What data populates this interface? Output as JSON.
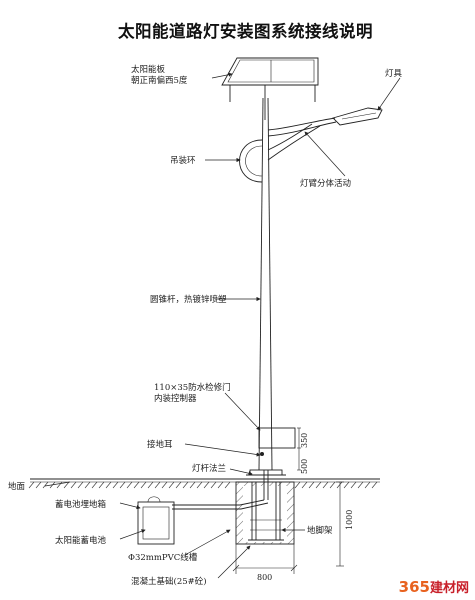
{
  "title": "太阳能道路灯安装图系统接线说明",
  "labels": {
    "solar_panel_line1": "太阳能板",
    "solar_panel_line2": "朝正南偏西5度",
    "lamp": "灯具",
    "hanging_ring": "吊装环",
    "lamp_arm": "灯臂分体活动",
    "pole": "圆锥杆，热镀锌喷塑",
    "door_line1": "110×35防水检修门",
    "door_line2": "内装控制器",
    "ground_ear": "接地耳",
    "flange": "灯杆法兰",
    "ground": "地面",
    "battery_box": "蓄电池埋地箱",
    "battery": "太阳能蓄电池",
    "pvc_conduit": "Φ32mmPVC线槽",
    "anchor_cage": "地脚架",
    "foundation": "混凝土基础(25#砼)"
  },
  "dimensions": {
    "door_height": "350",
    "door_elevation": "500",
    "foundation_depth": "1000",
    "foundation_width": "800"
  },
  "watermark": {
    "number": "365",
    "text": "建材网"
  }
}
